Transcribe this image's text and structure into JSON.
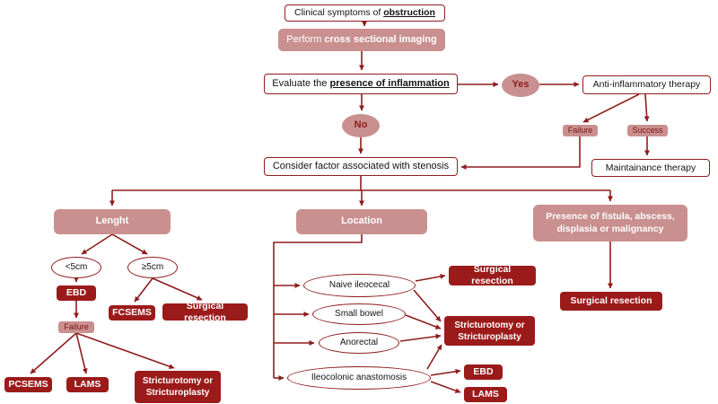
{
  "colors": {
    "maroon": "#8f1d1d",
    "dark_fill": "#9b1b1b",
    "rose": "#c9908f"
  },
  "top": {
    "clinical": {
      "prefix": "Clinical symptoms of ",
      "emphasis": "obstruction"
    },
    "imaging": {
      "prefix": "Perform ",
      "emphasis": "cross sectional imaging"
    },
    "evaluate": {
      "prefix": "Evaluate the ",
      "emphasis": "presence of inflammation"
    },
    "yes_label": "Yes",
    "no_label": "No",
    "anti_inflammatory": "Anti-inflammatory therapy",
    "failure_label": "Failure",
    "success_label": "Success",
    "maintenance": "Maintainance therapy",
    "consider": "Consider factor associated with stenosis"
  },
  "length": {
    "header": "Lenght",
    "under_5cm": "<5cm",
    "over_5cm": "≥5cm",
    "ebd": "EBD",
    "failure": "Failure",
    "fcsems": "FCSEMS",
    "surgical_resection": "Surgical resection",
    "pcsems": "PCSEMS",
    "lams": "LAMS",
    "stricturotomy": "Stricturotomy or\nStricturoplasty"
  },
  "location": {
    "header": "Location",
    "naive_ileocecal": "Naive ileocecal",
    "small_bowel": "Small bowel",
    "anorectal": "Anorectal",
    "ileocolonic_anastomosis": "Ileocolonic anastomosis",
    "surgical_resection": "Surgical resection",
    "stricturotomy": "Stricturotomy or\nStricturoplasty",
    "ebd": "EBD",
    "lams": "LAMS"
  },
  "fistula": {
    "header": "Presence of fistula, abscess,\ndisplasia or malignancy",
    "surgical_resection": "Surgical resection"
  }
}
